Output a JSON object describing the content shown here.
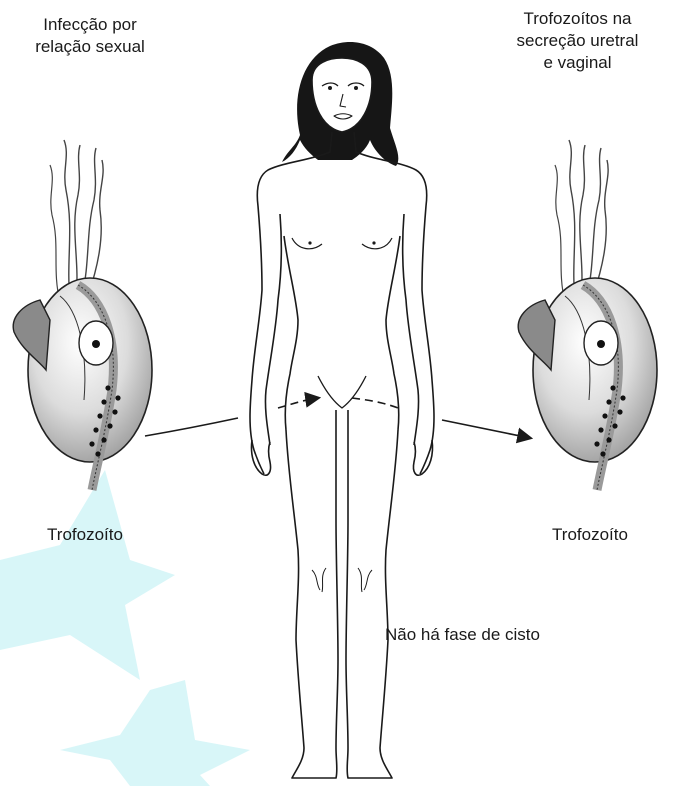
{
  "labels": {
    "infection": "Infecção por\nrelação sexual",
    "secretion": "Trofozoítos na\nsecreção uretral\ne vaginal",
    "trophozoite_left": "Trofozoíto",
    "trophozoite_right": "Trofozoíto",
    "no_cyst": "Não há fase de cisto"
  },
  "colors": {
    "star": "#d8f6f8",
    "line": "#1a1a1a",
    "parasite_fill": "#d6d6d6",
    "membrane": "#9a9a9a",
    "hair": "#161616"
  },
  "icons": [
    "trophozoite-illustration",
    "human-figure",
    "dashed-arrow",
    "solid-arrow",
    "decorative-star"
  ]
}
